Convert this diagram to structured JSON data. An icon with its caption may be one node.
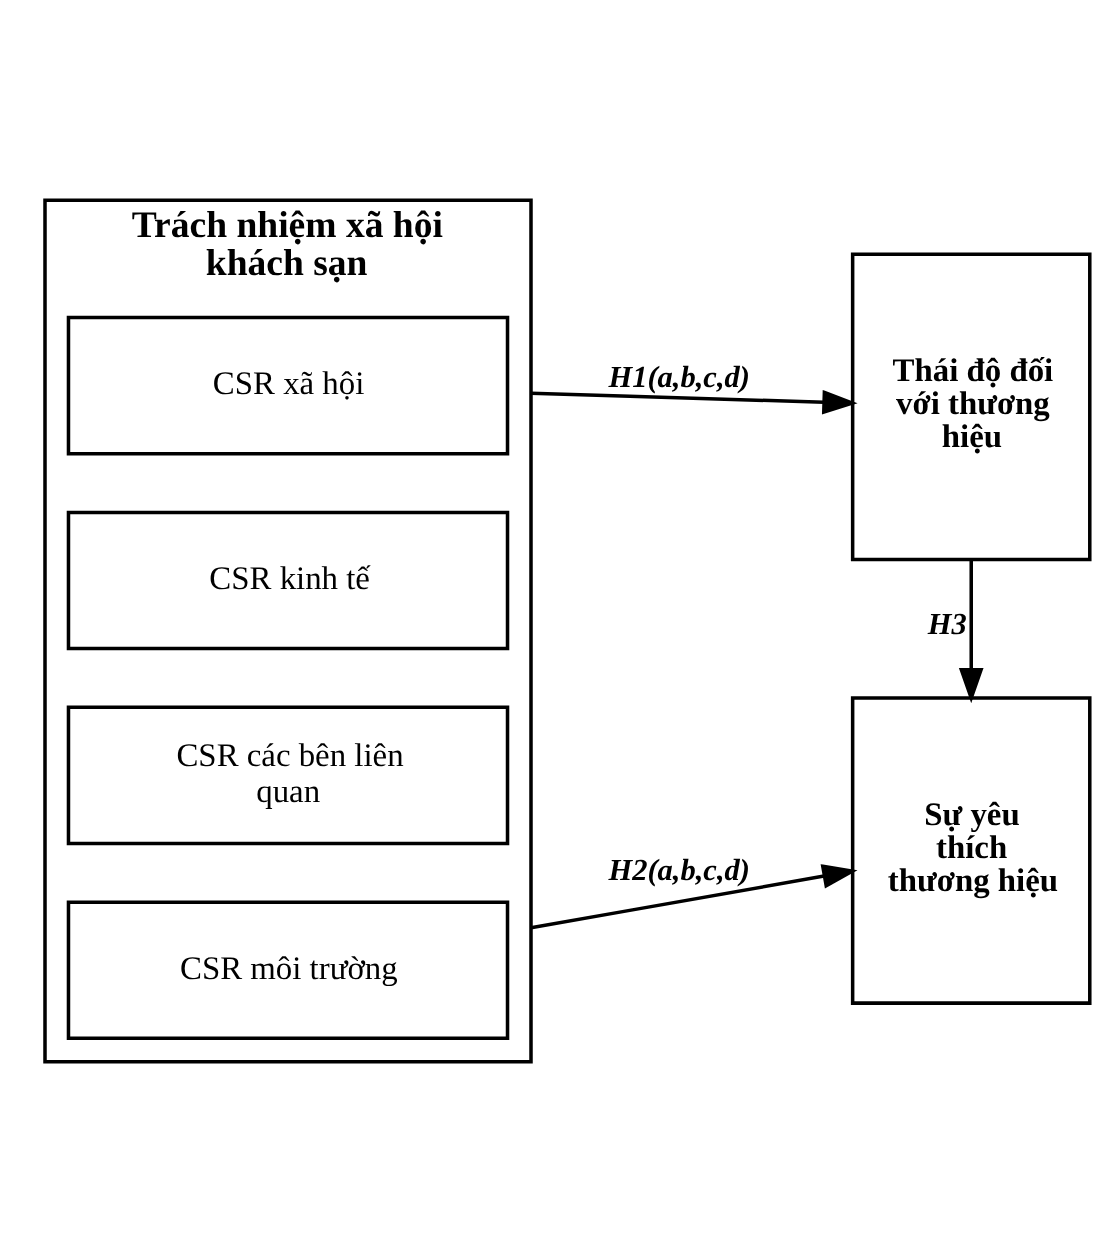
{
  "diagram": {
    "nodes": [
      {
        "text": [
          "Trách nhiệm xã hội khách sạn"
        ]
      },
      {
        "text": [
          "CSR xã hội"
        ],
        "in": 0
      },
      {
        "text": [
          "CSR kinh tế"
        ],
        "in": 0
      },
      {
        "text": [
          "CSR các bên liên quan"
        ],
        "in": 0
      },
      {
        "text": [
          "CSR môi trường"
        ],
        "in": 0
      },
      {
        "text": [
          "Thái độ đối với thương hiệu"
        ]
      },
      {
        "text": [
          "Sự yêu thích thương hiệu"
        ]
      }
    ],
    "edges": [
      {
        "from": 0,
        "to": 5,
        "arrow": "to",
        "label": "H1(a,b,c,d)"
      },
      {
        "from": 0,
        "to": 6,
        "arrow": "to",
        "label": "H2(a,b,c,d)"
      },
      {
        "from": 5,
        "to": 6,
        "arrow": "to",
        "label": "H3"
      }
    ]
  }
}
